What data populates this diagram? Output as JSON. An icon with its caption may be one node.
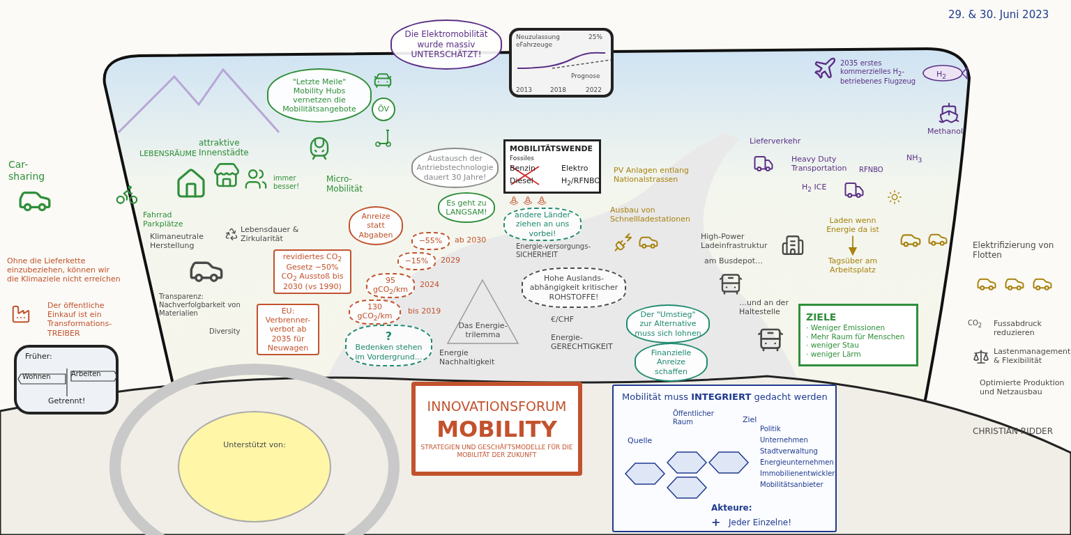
{
  "diagram": {
    "nodes": [
      {
        "text": [
          "Die Elektromobilität wurde massiv UNTERSCHÄTZT!"
        ]
      },
      {
        "text": [
          "Neuzulassung eFahrzeuge",
          "25%",
          "Prognose",
          "2013",
          "2018",
          "2022"
        ]
      },
      {
        "text": [
          "\"Letzte Meile\"",
          "Mobility Hubs vernetzen die Mobilitätsangebote"
        ]
      },
      {
        "text": [
          "ÖV"
        ]
      },
      {
        "text": [
          "Austausch der Antriebstechnologie dauert 30 Jahre!"
        ]
      },
      {
        "text": [
          "MOBILITÄTSWENDE",
          "Fossiles",
          "Benzin",
          "Diesel",
          "Elektro",
          "H$_{2}$/RFNBO"
        ]
      },
      {
        "text": [
          "Es geht zu LANGSAM!"
        ]
      },
      {
        "text": [
          "andere Länder ziehen an uns vorbei!"
        ]
      },
      {
        "text": [
          "Anreize statt Abgaben"
        ]
      },
      {
        "text": [
          "revidiertes CO$_{2}$ Gesetz −50% CO$_{2}$ Ausstoß bis 2030 (vs 1990)"
        ]
      },
      {
        "text": [
          "EU: Verbrenner-verbot ab 2035 für Neuwagen"
        ]
      },
      {
        "text": [
          "−55%"
        ],
        "beside": [
          "ab 2030"
        ]
      },
      {
        "text": [
          "−15%"
        ],
        "beside": [
          "2029"
        ]
      },
      {
        "text": [
          "95 gCO$_{2}$/km"
        ],
        "beside": [
          "2024"
        ]
      },
      {
        "text": [
          "130 gCO$_{2}$/km"
        ],
        "beside": [
          "bis 2019"
        ]
      },
      {
        "text": [
          "?",
          "Bedenken stehen im Vordergrund…"
        ]
      },
      {
        "text": [
          "Hohe Auslands-abhängigkeit kritischer ROHSTOFFE!"
        ]
      },
      {
        "text": [
          "Das Energie-trilemma"
        ]
      },
      {
        "text": [
          "Der \"Umstieg\" zur Alternative muss sich lohnen"
        ]
      },
      {
        "text": [
          "Finanzielle Anreize schaffen"
        ]
      },
      {
        "text": [
          "ZIELE",
          "· Weniger Emissionen",
          "· Mehr Raum für Menschen",
          "· weniger Stau",
          "· weniger Lärm"
        ]
      },
      {
        "text": [
          "INNOVATIONSFORUM",
          "MOBILITY",
          "STRATEGIEN UND GESCHÄFTSMODELLE FÜR DIE MOBILITÄT DER ZUKUNFT"
        ]
      },
      {
        "text": [
          "Mobilität muss **INTEGRIERT** gedacht werden",
          "Quelle",
          "Öffentlicher Raum",
          "Ziel",
          "Akteure:",
          "Politik",
          "Unternehmen",
          "Stadtverwaltung",
          "Energieunternehmen",
          "Immobilienentwickler",
          "Mobilitätsanbieter",
          "+",
          "Jeder Einzelne!"
        ]
      },
      {
        "text": [
          "Früher:",
          "Wohnen",
          "Arbeiten",
          "Getrennt!"
        ]
      },
      {
        "text": [
          "Unterstützt von:"
        ]
      },
      {
        "text": [
          "Laden wenn Energie da ist"
        ]
      },
      {
        "text": [
          "Tagsüber am Arbeitsplatz"
        ]
      }
    ],
    "edges": [
      {
        "from": 25,
        "to": 26,
        "arrow": "to"
      }
    ],
    "labels": [
      "29. & 30. Juni 2023",
      "Car-sharing",
      "LEBENSRÄUME",
      "attraktive Innenstädte",
      "Fahrrad Parkplätze",
      "immer besser!",
      "Micro-Mobilität",
      "Klimaneutrale Herstellung",
      "Lebensdauer & Zirkularität",
      "Transparenz: Nachverfolgbarkeit von Materialien",
      "Diversity",
      "Ohne die Lieferkette einzubeziehen, können wir die Klimaziele nicht erreichen",
      "Der öffentliche Einkauf ist ein Transformations-TREIBER",
      "2035 erstes kommerzielles H$_{2}$-betriebenes Flugzeug",
      "H$_{2}$",
      "Methanol",
      "NH$_{3}$",
      "Lieferverkehr",
      "Heavy Duty Transportation",
      "H$_{2}$ ICE",
      "RFNBO",
      "PV Anlagen entlang Nationalstrassen",
      "Ausbau von Schnellladestationen",
      "High-Power Ladeinfrastruktur",
      "am Busdepot…",
      "…und an der Haltestelle",
      "Elektrifizierung von Flotten",
      "CO$_{2}$",
      "Fussabdruck reduzieren",
      "Lastenmanagement & Flexibilität",
      "Optimierte Produktion und Netzausbau",
      "Energie-versorgungs-SICHERHEIT",
      "Energie Nachhaltigkeit",
      "€/CHF",
      "Energie-GERECHTIGKEIT",
      "CHRISTIAN RIDDER"
    ]
  }
}
